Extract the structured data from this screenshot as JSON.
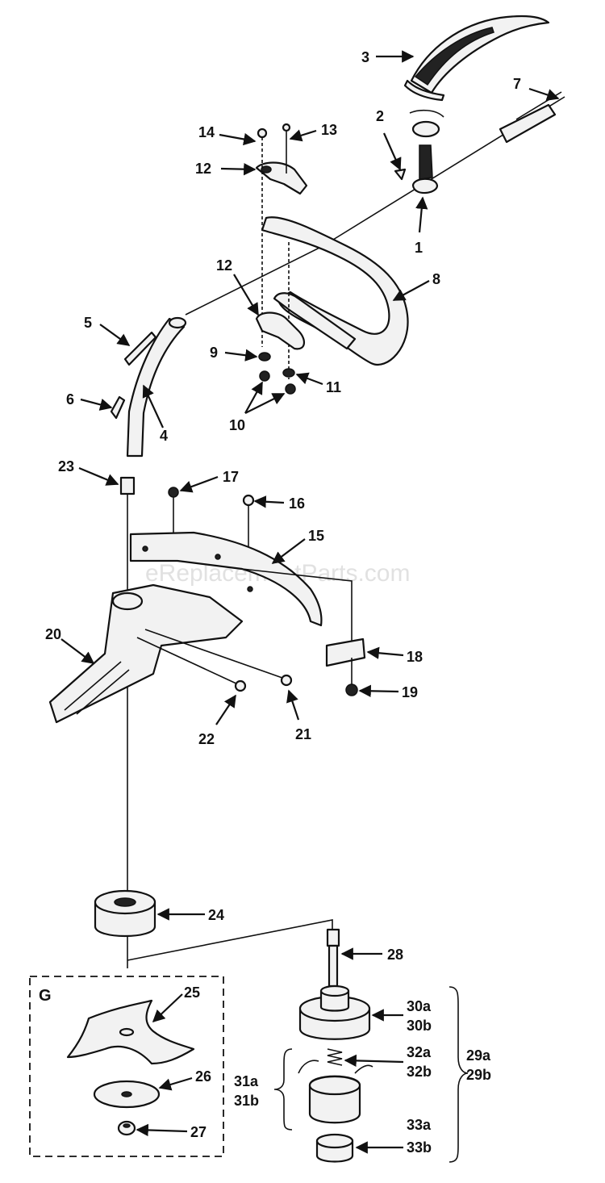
{
  "watermark": "eReplacementParts.com",
  "group_label": "G",
  "callouts": [
    {
      "id": "p1",
      "text": "1"
    },
    {
      "id": "p2",
      "text": "2"
    },
    {
      "id": "p3",
      "text": "3"
    },
    {
      "id": "p4",
      "text": "4"
    },
    {
      "id": "p5",
      "text": "5"
    },
    {
      "id": "p6",
      "text": "6"
    },
    {
      "id": "p7",
      "text": "7"
    },
    {
      "id": "p8",
      "text": "8"
    },
    {
      "id": "p9",
      "text": "9"
    },
    {
      "id": "p10",
      "text": "10"
    },
    {
      "id": "p11",
      "text": "11"
    },
    {
      "id": "p12a",
      "text": "12"
    },
    {
      "id": "p12b",
      "text": "12"
    },
    {
      "id": "p13",
      "text": "13"
    },
    {
      "id": "p14",
      "text": "14"
    },
    {
      "id": "p15",
      "text": "15"
    },
    {
      "id": "p16",
      "text": "16"
    },
    {
      "id": "p17",
      "text": "17"
    },
    {
      "id": "p18",
      "text": "18"
    },
    {
      "id": "p19",
      "text": "19"
    },
    {
      "id": "p20",
      "text": "20"
    },
    {
      "id": "p21",
      "text": "21"
    },
    {
      "id": "p22",
      "text": "22"
    },
    {
      "id": "p23",
      "text": "23"
    },
    {
      "id": "p24",
      "text": "24"
    },
    {
      "id": "p25",
      "text": "25"
    },
    {
      "id": "p26",
      "text": "26"
    },
    {
      "id": "p27",
      "text": "27"
    },
    {
      "id": "p28",
      "text": "28"
    },
    {
      "id": "p29a",
      "text": "29a"
    },
    {
      "id": "p29b",
      "text": "29b"
    },
    {
      "id": "p30a",
      "text": "30a"
    },
    {
      "id": "p30b",
      "text": "30b"
    },
    {
      "id": "p31a",
      "text": "31a"
    },
    {
      "id": "p31b",
      "text": "31b"
    },
    {
      "id": "p32a",
      "text": "32a"
    },
    {
      "id": "p32b",
      "text": "32b"
    },
    {
      "id": "p33a",
      "text": "33a"
    },
    {
      "id": "p33b",
      "text": "33b"
    }
  ]
}
